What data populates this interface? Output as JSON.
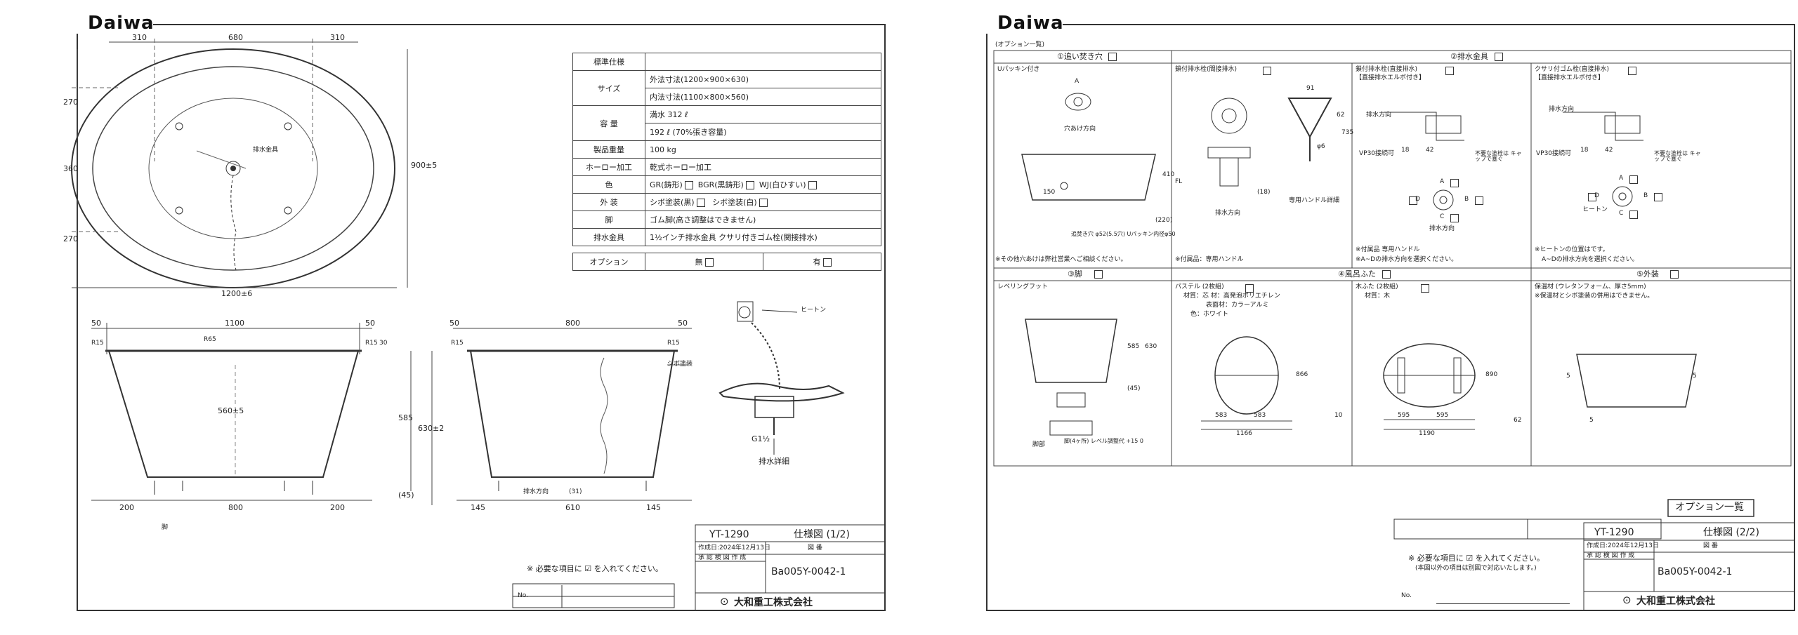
{
  "sheet1": {
    "logo": "Daiwa",
    "dims_top": [
      "310",
      "680",
      "310"
    ],
    "dims_left": [
      "270",
      "360",
      "270"
    ],
    "dim_right": "900±5",
    "dim_bottom": "1200±6",
    "drain_label": "排水金具",
    "section_top": [
      "50",
      "1100",
      "50"
    ],
    "section_top2": [
      "50",
      "800",
      "50"
    ],
    "r15": "R15",
    "r65": "R65",
    "dim_30": "30",
    "dim_560": "560±5",
    "dim_585": "585",
    "dim_630": "630±2",
    "dim_45": "(45)",
    "dim_31": "(31)",
    "bottom_dims": [
      "200",
      "800",
      "200"
    ],
    "bottom_dims2": [
      "145",
      "610",
      "145"
    ],
    "drain_dir": "排水方向",
    "foot_label": "脚",
    "shibo_label": "シボ塗装",
    "hiton": "ヒートン",
    "g1": "G1½",
    "drain_detail": "排水詳細",
    "spec": {
      "header": "標準仕様",
      "size_label": "サイズ",
      "outer": "外法寸法(1200×900×630)",
      "inner": "内法寸法(1100×800×560)",
      "cap_label": "容 量",
      "cap1": "満水  312 ℓ",
      "cap2": "192 ℓ (70%張き容量)",
      "weight_label": "製品重量",
      "weight": "100  kg",
      "enamel_label": "ホーロー加工",
      "enamel": "乾式ホーロー加工",
      "color_label": "色",
      "colors": [
        "GR(鋳形)",
        "BGR(黒鋳形)",
        "WJ(白ひすい)"
      ],
      "exterior_label": "外 装",
      "exteriors": [
        "シボ塗装(黒)",
        "シボ塗装(白)"
      ],
      "leg_label": "脚",
      "leg": "ゴム脚(高さ調整はできません)",
      "drain_label": "排水金具",
      "drain": "1½インチ排水金具  クサリ付きゴム栓(関接排水)",
      "option_label": "オプション",
      "opt_none": "無",
      "opt_yes": "有"
    },
    "model": "YT-1290",
    "title": "仕様図 (1/2)",
    "date": "作成日:2024年12月13日",
    "fig": "図    番",
    "approval": "承 認  検 図  作 成",
    "drawing_no": "Ba005Y-0042-1",
    "company": "大和重工株式会社",
    "note": "※ 必要な項目に ☑ を入れてください。",
    "no_label": "No."
  },
  "sheet2": {
    "logo": "Daiwa",
    "option_list": "(オプション一覧)",
    "h1": "①追い焚き穴",
    "h2": "②排水金具",
    "h3": "③脚",
    "h4": "④風呂ふた",
    "h5": "⑤外装",
    "u_packing": "Uパッキン付き",
    "c1_note": "※その他穴あけは弊社営業へご相談ください。",
    "c2a_title": "鎖付排水栓(間接排水)",
    "c2a_note": "※付属品：専用ハンドル",
    "c2a_dims": [
      "91",
      "62",
      "735",
      "φ6",
      "(18)"
    ],
    "handle": "専用ハンドル詳細",
    "c2b_title": "鎖付排水栓(直接排水)",
    "c2b_sub": "【直接排水エルボ付き】",
    "c2b_note1": "※付属品  専用ハンドル",
    "c2b_note2": "※A~Dの排水方向を選択ください。",
    "c2c_title": "クサリ付ゴム栓(直接排水)",
    "c2c_sub": "【直接排水エルボ付き】",
    "c2c_note1": "※ヒートンの位置はです。",
    "c2c_note2": "A~Dの排水方向を選択ください。",
    "vp": "VP30接続可",
    "dims_1842": [
      "18",
      "42"
    ],
    "fuyou": "不要な塗栓は キャップで塞ぐ",
    "abcd": [
      "A",
      "B",
      "C",
      "D"
    ],
    "hiton": "ヒートン",
    "drain_dir": "排水方向",
    "c1_dims": [
      "410",
      "150",
      "(220)"
    ],
    "c1_label": "追焚き穴 φ52(5.5穴) Uパッキン内径φ50",
    "hole_label": "穴あけ方向",
    "leveling": "レベリングフット",
    "leg_dims": [
      "585",
      "630",
      "(45)"
    ],
    "leg_note": "脚(4ヶ所)  レベル調整代 +15 0",
    "leg_base": "脚部",
    "pastel_title": "パステル (2枚組)",
    "pastel_mat": "材質：芯  材：高発泡ポリエチレン",
    "pastel_mat2": "表面材：カラーアルミ",
    "pastel_color": "色：ホワイト",
    "pastel_dims": [
      "866",
      "583",
      "583",
      "1166",
      "10"
    ],
    "wood_title": "木ふた (2枚組)",
    "wood_mat": "材質：木",
    "wood_dims": [
      "890",
      "595",
      "595",
      "1190",
      "62"
    ],
    "insul": "保温材 (ウレタンフォーム、厚さ5mm)",
    "insul_note": "※保温材とシボ塗装の併用はできません。",
    "five": "5",
    "opt_list_box": "オプション一覧",
    "model": "YT-1290",
    "title": "仕様図 (2/2)",
    "date": "作成日:2024年12月13日",
    "fig": "図    番",
    "approval": "承 認  検 図  作 成",
    "drawing_no": "Ba005Y-0042-1",
    "company": "大和重工株式会社",
    "note1": "※ 必要な項目に ☑ を入れてください。",
    "note2": "(本図以外の項目は別図で対応いたします。)",
    "no_label": "No.",
    "fl": "FL"
  }
}
